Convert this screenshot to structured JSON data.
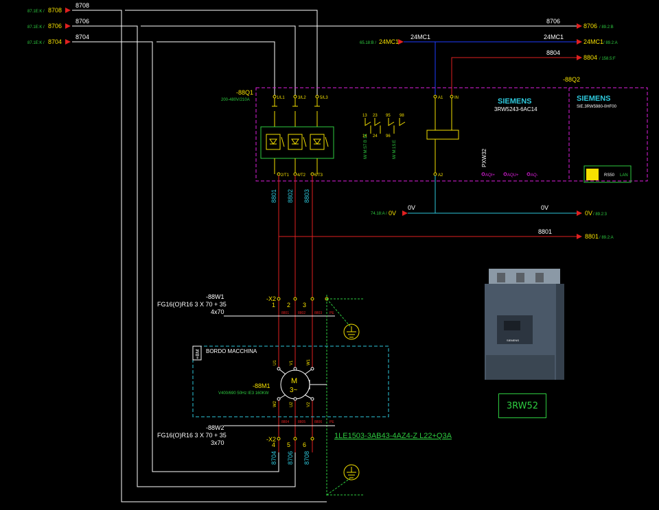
{
  "incoming": [
    {
      "ref": "87.1E:K /",
      "wire": "8708"
    },
    {
      "ref": "87.1E:K /",
      "wire": "8706"
    },
    {
      "ref": "87.1E:K /",
      "wire": "8704"
    }
  ],
  "top_wires": {
    "w8708": "8708",
    "w8706": "8706",
    "w8704": "8704"
  },
  "outgoing": {
    "o8706": {
      "wire": "8706",
      "ref": "/ 89.2:B",
      "label": "8706"
    },
    "o24a": {
      "wire": "24MC1",
      "ref": "/ 89.2:A",
      "label": "24MC1"
    },
    "o8804": {
      "wire": "8804",
      "ref": "/ 158.5:F",
      "label": "8804"
    },
    "o0v": {
      "wire": "0V",
      "ref": "/ 89.2:3",
      "label": "0V"
    },
    "o8801": {
      "wire": "8801",
      "ref": "/ 89.2:A",
      "label": "8801"
    }
  },
  "in24": {
    "ref": "65.18:B /",
    "wire": "24MC1",
    "label": "24MC1"
  },
  "in0v": {
    "ref": "74.18:A /",
    "wire": "0V",
    "label": "0V"
  },
  "softstarter": {
    "tag": "-88Q1",
    "rating": "200-480V/210A",
    "term_top": [
      "1/L1",
      "3/L2",
      "5/L3"
    ],
    "term_bot": [
      "2/T1",
      "4/T2",
      "6/T3"
    ],
    "aux_a": "A1",
    "aux_in": "IN",
    "aux_a2": "A2",
    "aq": [
      "AQI+",
      "AQU+",
      "AQ-"
    ],
    "brand": "SIEMENS",
    "model": "3RW5243-6AC14",
    "pxw": "PXW32",
    "contacts_a": [
      "13",
      "14",
      "23",
      "24"
    ],
    "contacts_b": [
      "95",
      "96",
      "98"
    ],
    "note_a": "M/ M:S7 B 14",
    "note_b": "M/ M:1S:E"
  },
  "module": {
    "tag": "-88Q2",
    "brand": "SIEMENS",
    "model": "SIE.3RW5980-0HF00",
    "lan": "LAN",
    "rs": "RS50"
  },
  "out_wires": [
    "8801",
    "8802",
    "8803"
  ],
  "cable1": {
    "tag": "-88W1",
    "spec": "FG16(O)R16 3 X 70 + 35",
    "sub": "4x70"
  },
  "cable2": {
    "tag": "-88W2",
    "spec": "FG16(O)R16 3 X 70 + 35",
    "sub": "3x70"
  },
  "terminal1": {
    "tag": "-X2",
    "nums": [
      "1",
      "2",
      "3"
    ]
  },
  "terminal2": {
    "tag": "-X2",
    "nums": [
      "4",
      "5",
      "6"
    ]
  },
  "terminal_wire_labels": [
    "8801",
    "8802",
    "8803",
    "PE"
  ],
  "terminal_wire_labels2": [
    "8804",
    "8805",
    "8806",
    "PE"
  ],
  "bottom_wires": [
    "8704",
    "8706",
    "8708"
  ],
  "machine": {
    "label": "BORDO MACCHINA",
    "side": "+BM"
  },
  "motor": {
    "tag": "-88M1",
    "symbol": "M",
    "symbol2": "3~",
    "spec": "V400/690 50Hz IE3 160KW",
    "pins_top": [
      "U1",
      "V1",
      "W1"
    ],
    "pins_bot": [
      "W2",
      "U2",
      "V2"
    ]
  },
  "motor_code": "1LE1503-3AB43-4AZ4-Z L22+Q3A",
  "photo_label": "3RW52",
  "photo_brand": "SIEMENS",
  "colors": {
    "black": "#000000",
    "yellow": "#f5e000",
    "red": "#e02020",
    "blue": "#1e3cff",
    "cyan": "#2ec8dc",
    "white": "#ffffff",
    "magenta": "#e020e0",
    "green": "#2ecc40",
    "green_dim": "#7fd27f"
  }
}
